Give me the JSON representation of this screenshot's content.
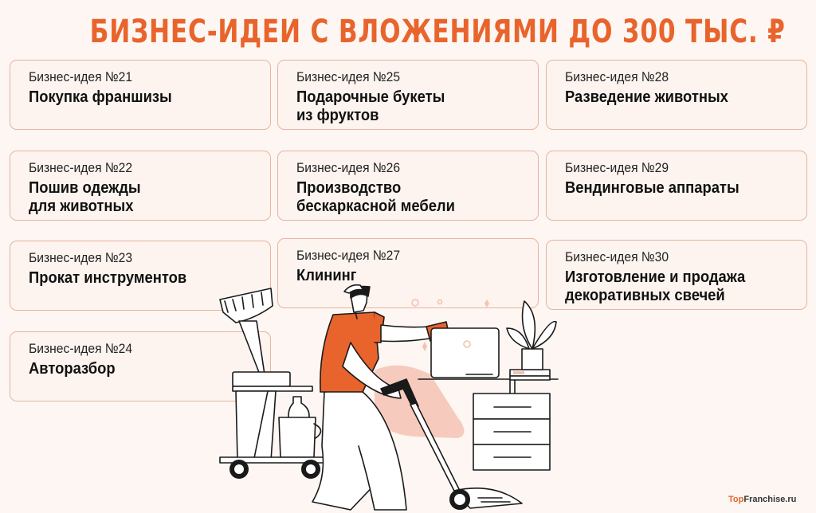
{
  "title": "БИЗНЕС-ИДЕИ С ВЛОЖЕНИЯМИ ДО 300 ТЫС. ₽",
  "colors": {
    "accent": "#e8642c",
    "background": "#fdf6f2",
    "card_border": "#e6b59e",
    "card_fill": "#fdf4ef",
    "text": "#111111"
  },
  "ideas": [
    {
      "number": "Бизнес-идея №21",
      "name": "Покупка франшизы"
    },
    {
      "number": "Бизнес-идея №22",
      "name": "Пошив одежды\nдля животных"
    },
    {
      "number": "Бизнес-идея №23",
      "name": "Прокат инструментов"
    },
    {
      "number": "Бизнес-идея №24",
      "name": "Авторазбор"
    },
    {
      "number": "Бизнес-идея №25",
      "name": "Подарочные букеты\nиз фруктов"
    },
    {
      "number": "Бизнес-идея №26",
      "name": "Производство\nбескаркасной мебели"
    },
    {
      "number": "Бизнес-идея №27",
      "name": " Клининг"
    },
    {
      "number": "Бизнес-идея №28",
      "name": "Разведение животных"
    },
    {
      "number": "Бизнес-идея №29",
      "name": " Вендинговые аппараты"
    },
    {
      "number": "Бизнес-идея №30",
      "name": "Изготовление и продажа\nдекоративных свечей"
    }
  ],
  "illustration": {
    "description": "cleaner with vacuum, cleaning cart with mop and buckets, desk with laptop, plant, books and drawers"
  },
  "footer": {
    "logo_top": "Top",
    "logo_rest": "Franchise.ru"
  }
}
